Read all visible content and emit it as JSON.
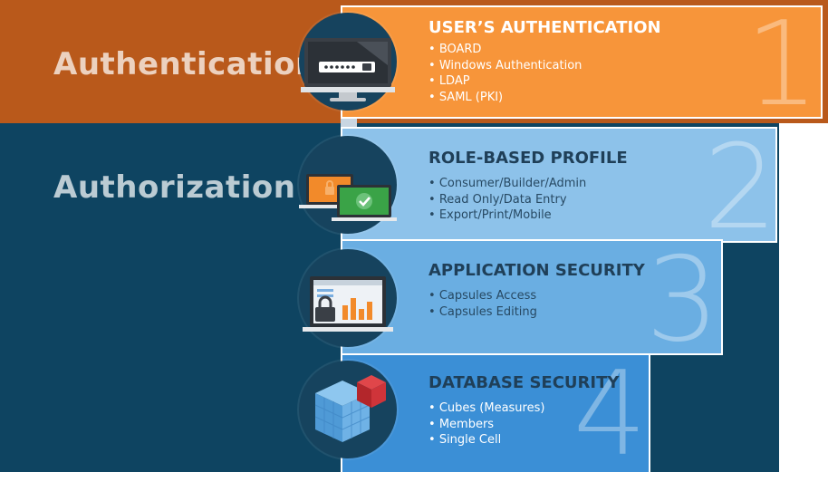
{
  "sections": {
    "authentication": "Authentication",
    "authorization": "Authorization"
  },
  "steps": [
    {
      "number": "1",
      "title": "USER’S AUTHENTICATION",
      "items": [
        "BOARD",
        "Windows Authentication",
        "LDAP",
        "SAML (PKI)"
      ],
      "icon": "monitor-password-icon"
    },
    {
      "number": "2",
      "title": "ROLE-BASED PROFILE",
      "items": [
        "Consumer/Builder/Admin",
        "Read Only/Data Entry",
        "Export/Print/Mobile"
      ],
      "icon": "laptops-icon"
    },
    {
      "number": "3",
      "title": "APPLICATION SECURITY",
      "items": [
        "Capsules Access",
        "Capsules Editing"
      ],
      "icon": "laptop-lock-icon"
    },
    {
      "number": "4",
      "title": "DATABASE SECURITY",
      "items": [
        "Cubes (Measures)",
        "Members",
        "Single Cell"
      ],
      "icon": "cubes-icon"
    }
  ],
  "colors": {
    "auth_band": "#b9591b",
    "authz_band": "#0e4461",
    "panel1": "#f7953a",
    "panel2": "#8dc2ea",
    "panel3": "#6aaee2",
    "panel4": "#3b8fd6",
    "title_dark": "#1f3f58",
    "text_dark": "#274963"
  }
}
